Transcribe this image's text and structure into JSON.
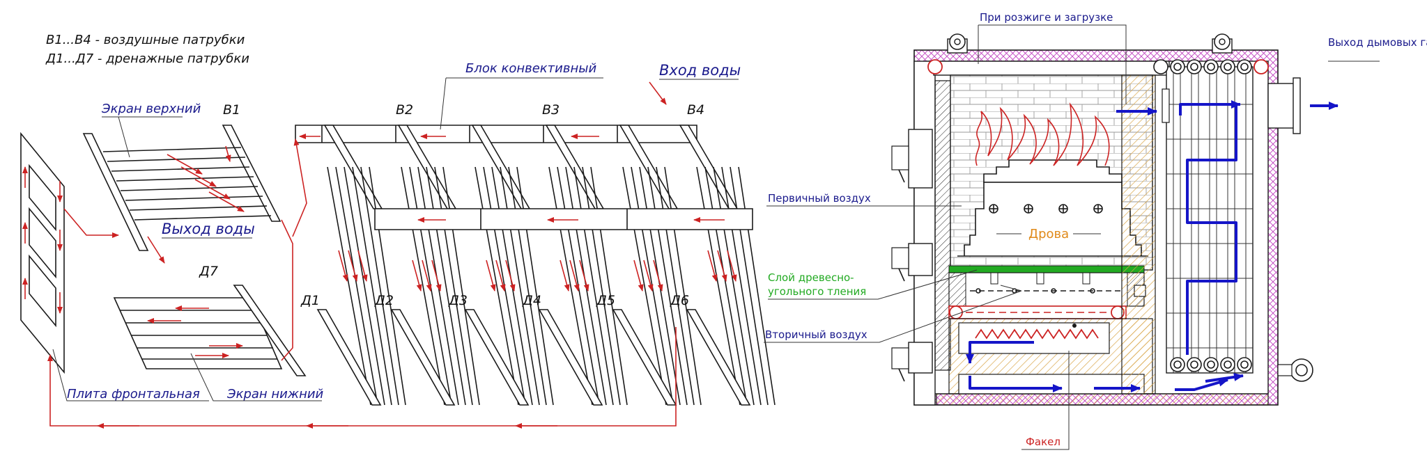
{
  "legend": {
    "line1": "В1...В4 - воздушные патрубки",
    "line2": "Д1...Д7 - дренажные патрубки"
  },
  "left": {
    "label_block": "Блок конвективный",
    "label_water_in": "Вход воды",
    "label_screen_top": "Экран верхний",
    "label_water_out": "Выход воды",
    "label_plate_front": "Плита фронтальная",
    "label_screen_bottom": "Экран нижний",
    "air_ports": [
      "В1",
      "В2",
      "В3",
      "В4"
    ],
    "drain_ports": [
      "Д1",
      "Д2",
      "Д3",
      "Д4",
      "Д5",
      "Д6",
      "Д7"
    ]
  },
  "right": {
    "label_ignition": "При розжиге и загрузке",
    "label_flue": "Выход дымовых газов",
    "label_primary": "Первичный воздух",
    "label_wood": "Дрова",
    "label_charcoal_1": "Слой древесно-",
    "label_charcoal_2": "угольного тления",
    "label_secondary": "Вторичный воздух",
    "label_torch": "Факел"
  },
  "colors": {
    "ink": "#1a1a1a",
    "water_arrow": "#cc2222",
    "label_blue": "#1a1a8c",
    "gas_flow": "#1515c8",
    "insulation": "#c040c0",
    "brick_hatch": "#d9a64a",
    "charcoal": "#22aa22",
    "wood_label": "#e08a1a",
    "torch": "#cc2222"
  }
}
